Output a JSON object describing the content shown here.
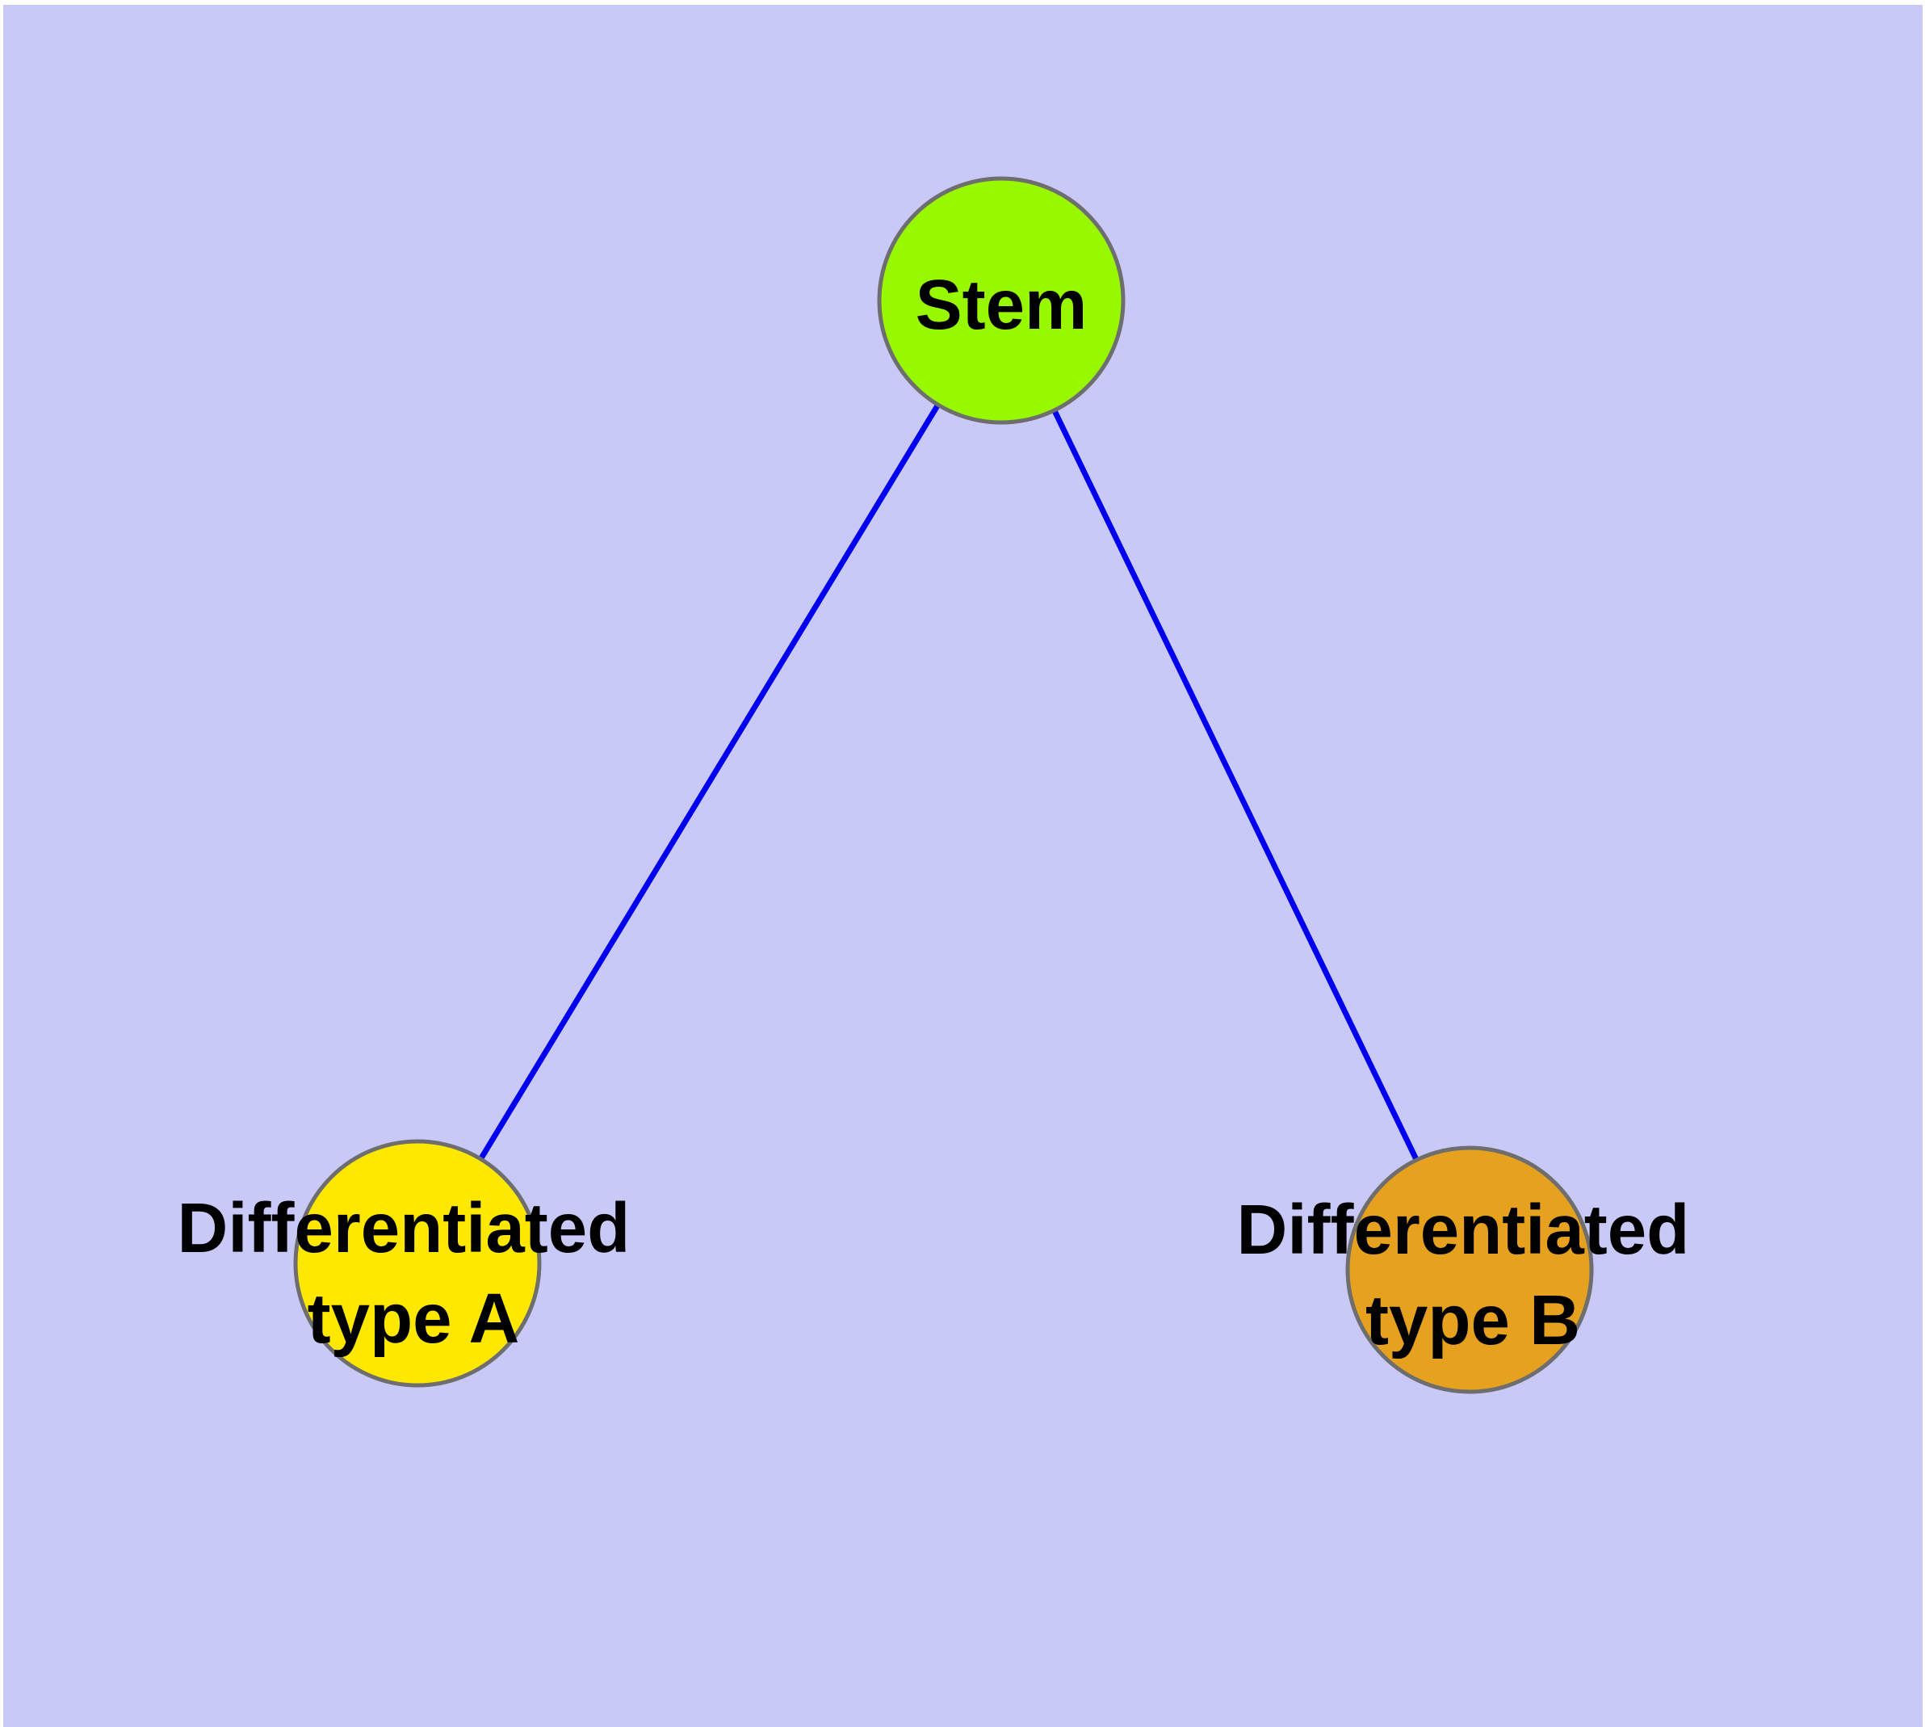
{
  "diagram": {
    "page_color": "#ffffff",
    "background_color": "#c9c9f7",
    "edge_color": "#0000ee",
    "node_border_color": "#6e6e6e",
    "label_color": "#000000",
    "nodes": {
      "stem": {
        "label": "Stem",
        "color": "#97f800"
      },
      "type_a": {
        "label_line1": "Differentiated",
        "label_line2": "type A",
        "color": "#ffe800"
      },
      "type_b": {
        "label_line1": "Differentiated",
        "label_line2": "type B",
        "color": "#e6a11e"
      }
    },
    "graph": {
      "edges": [
        {
          "from": "Stem",
          "to": "Differentiated type A"
        },
        {
          "from": "Stem",
          "to": "Differentiated type B"
        }
      ]
    }
  }
}
